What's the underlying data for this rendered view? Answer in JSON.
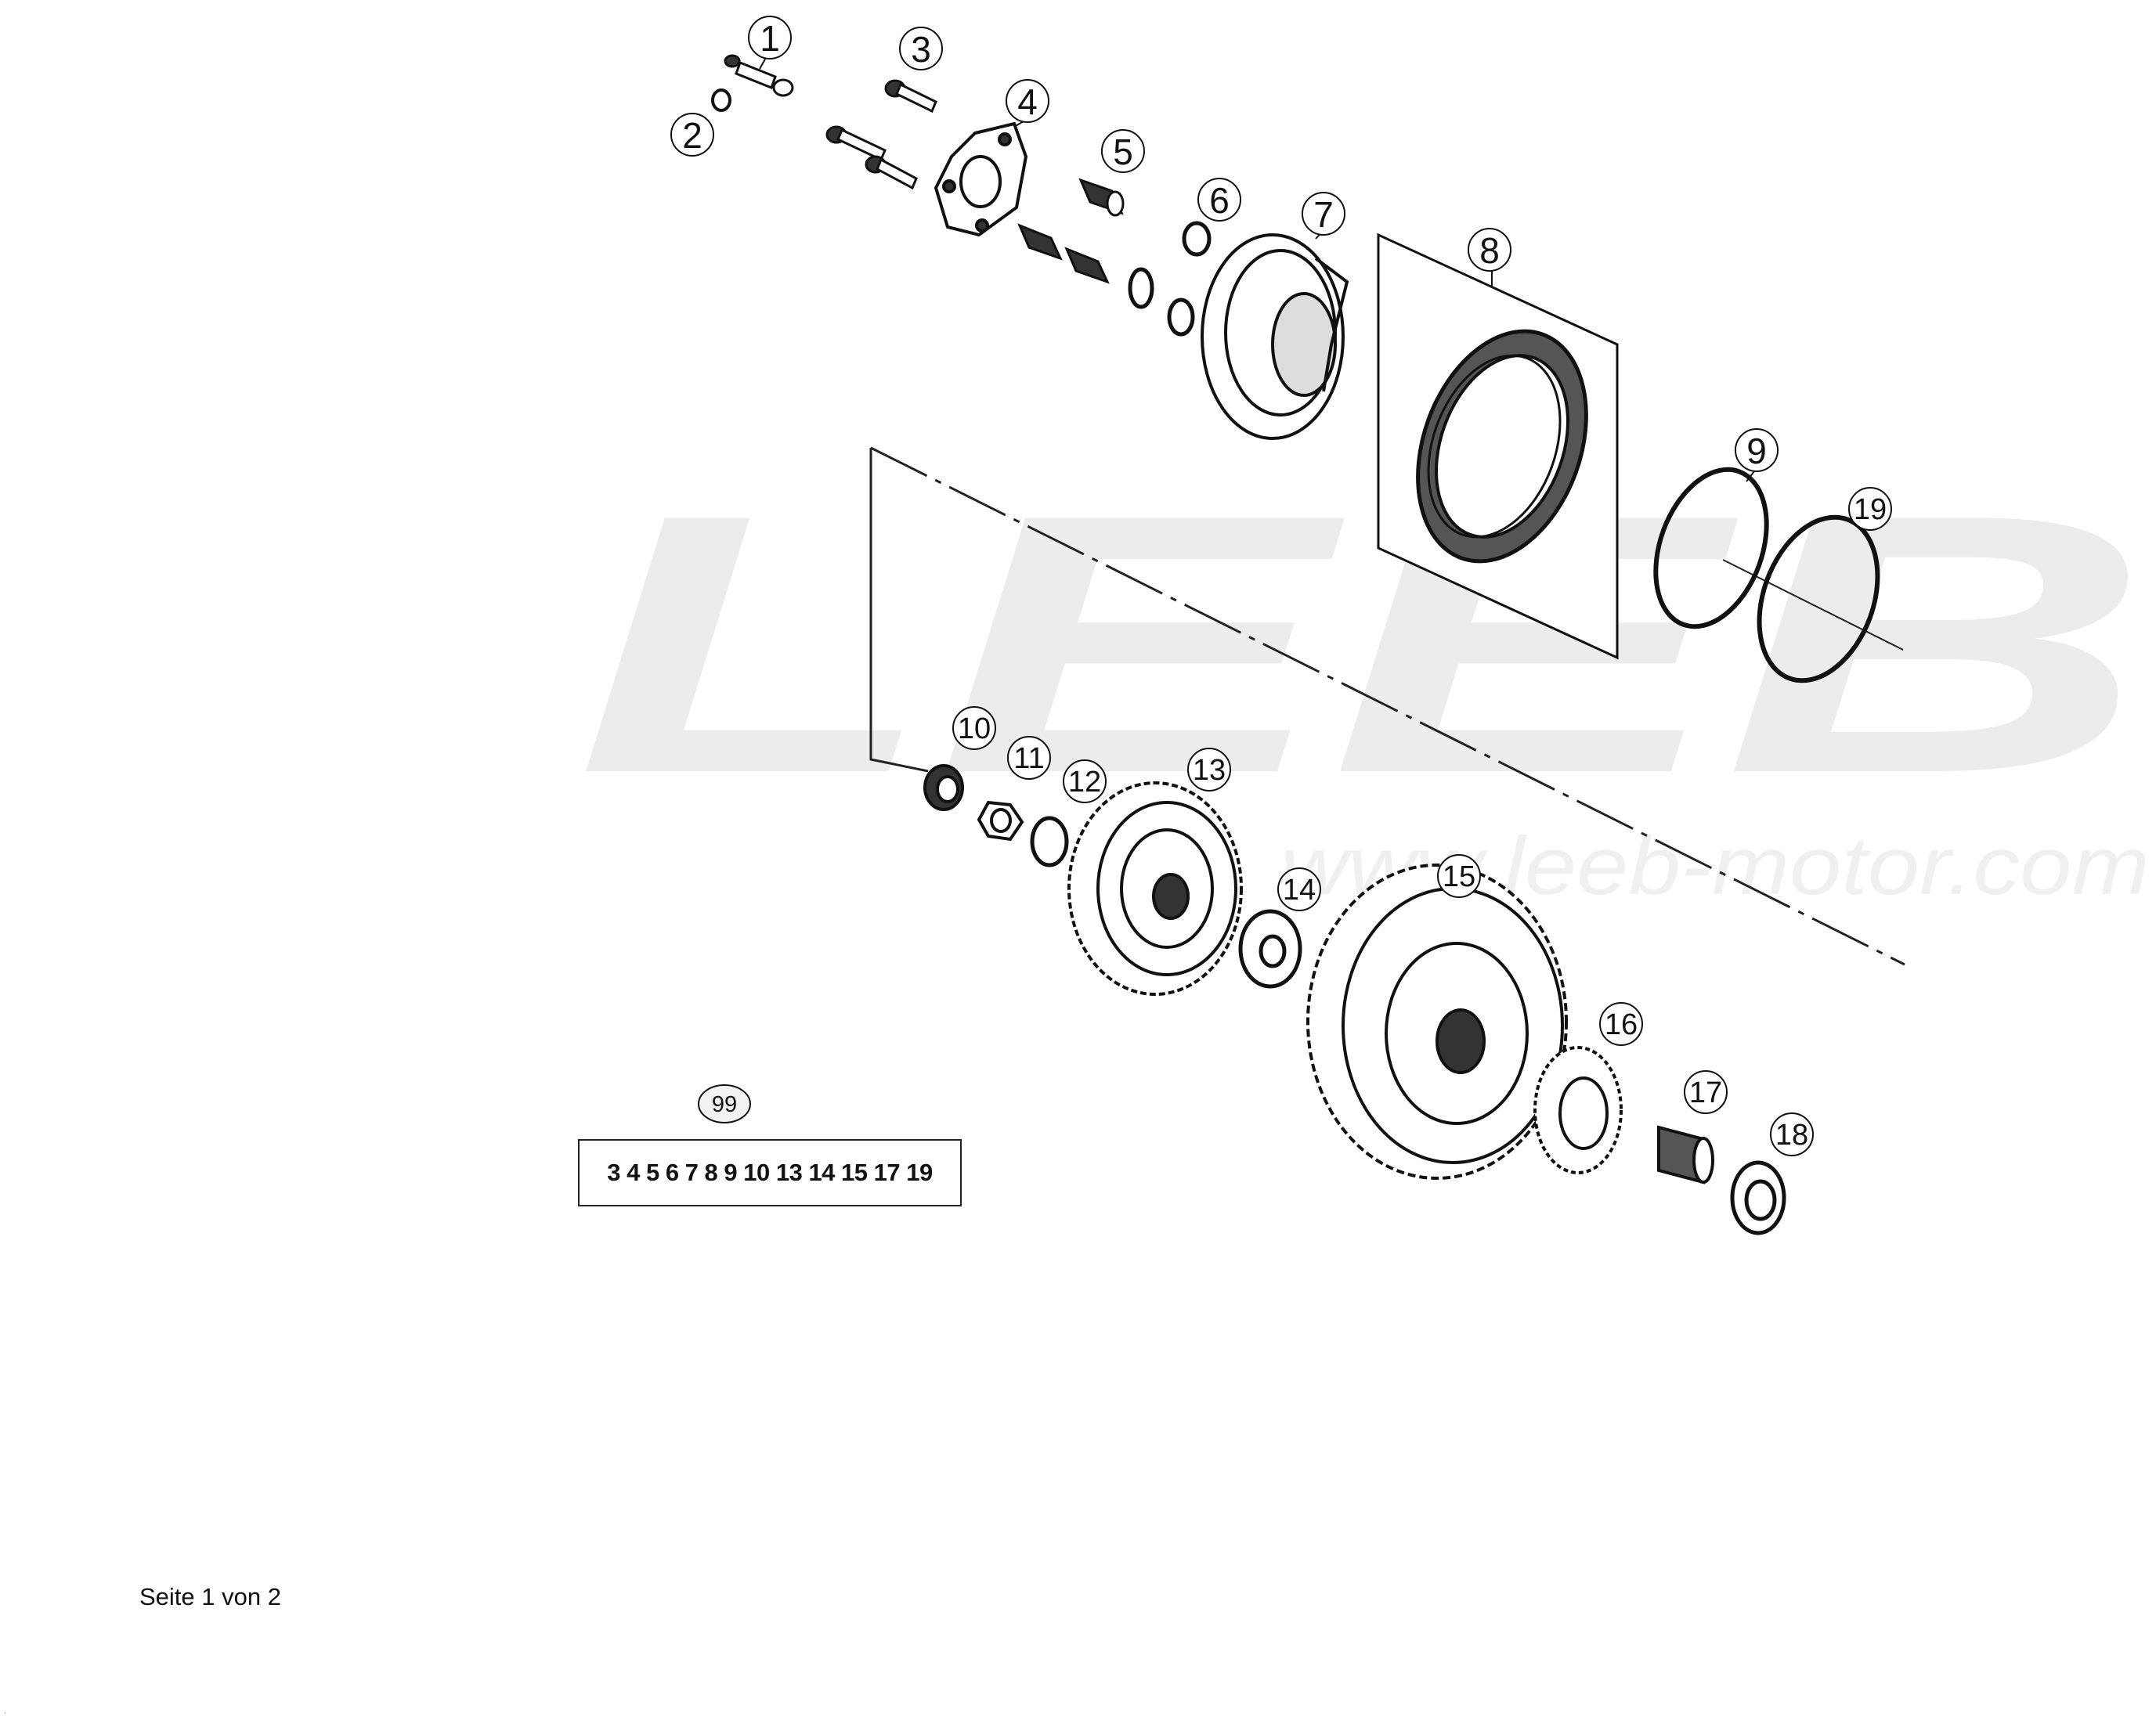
{
  "watermark": {
    "brand": "LEEB",
    "url": "www.leeb-motor.com"
  },
  "callouts": [
    "1",
    "2",
    "3",
    "4",
    "5",
    "6",
    "7",
    "8",
    "9",
    "10",
    "11",
    "12",
    "13",
    "14",
    "15",
    "16",
    "17",
    "18",
    "19"
  ],
  "kit": {
    "number": "99",
    "parts": "3 4 5 6 7 8 9 10 13 14 15 17 19"
  },
  "footer": {
    "page": "Seite 1 von 2",
    "mark": "'"
  }
}
